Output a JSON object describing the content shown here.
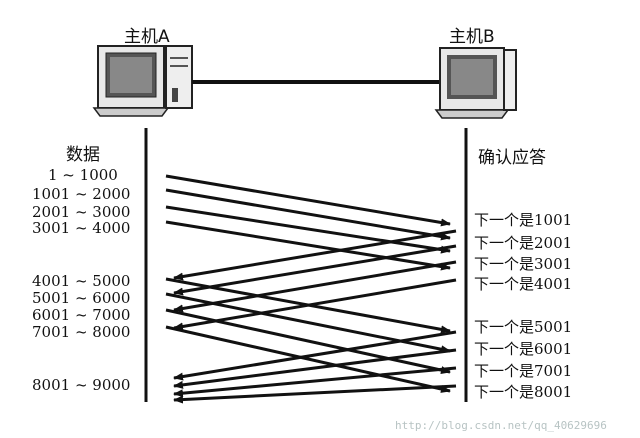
{
  "hosts": {
    "a_label": "主机A",
    "b_label": "主机B"
  },
  "columns": {
    "left_header": "数据",
    "right_header": "确认应答"
  },
  "data_segments": [
    "1 ~ 1000",
    "1001 ~ 2000",
    "2001 ~ 3000",
    "3001 ~ 4000",
    "4001 ~ 5000",
    "5001 ~ 6000",
    "6001 ~ 7000",
    "7001 ~ 8000",
    "8001 ~ 9000"
  ],
  "acks": [
    "下一个是1001",
    "下一个是2001",
    "下一个是3001",
    "下一个是4001",
    "下一个是5001",
    "下一个是6001",
    "下一个是7001",
    "下一个是8001"
  ],
  "watermark": "http://blog.csdn.net/qq_40629696"
}
